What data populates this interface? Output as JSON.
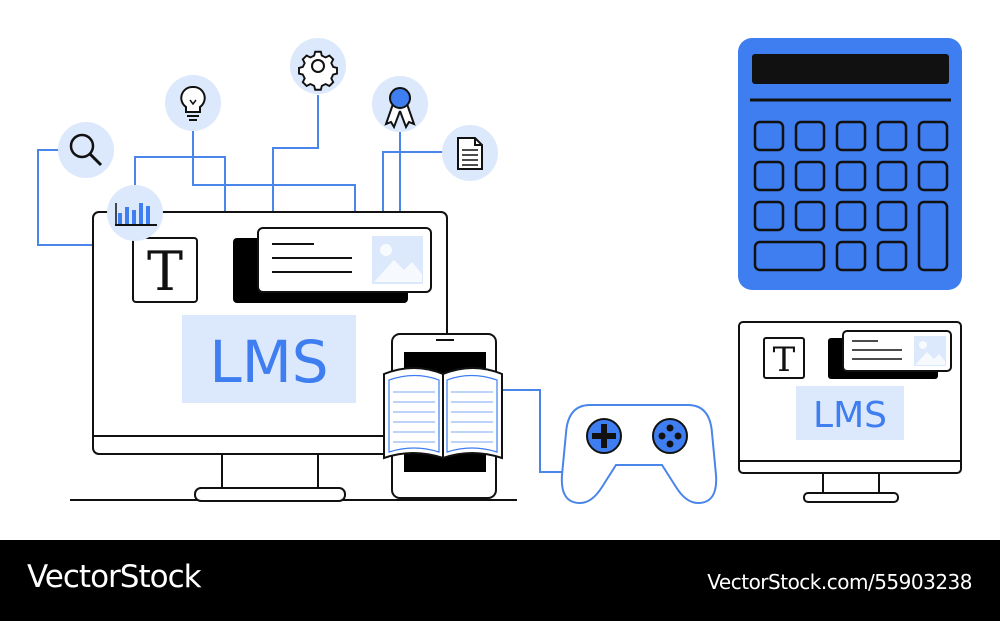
{
  "illustration": {
    "main_monitor": {
      "label": "LMS",
      "type_icon_letter": "T"
    },
    "small_monitor": {
      "label": "LMS",
      "type_icon_letter": "T"
    },
    "icons": [
      "search-icon",
      "bar-chart-icon",
      "lightbulb-icon",
      "gear-icon",
      "award-ribbon-icon",
      "document-icon",
      "book-icon",
      "gamepad-icon",
      "calculator-icon",
      "image-icon"
    ],
    "colors": {
      "accent": "#3f7ef0",
      "accent_light": "#dce8fb",
      "line": "#4a85ea",
      "ink": "#111111"
    }
  },
  "footer": {
    "brand": "VectorStock",
    "image_id": "VectorStock.com/55903238"
  }
}
